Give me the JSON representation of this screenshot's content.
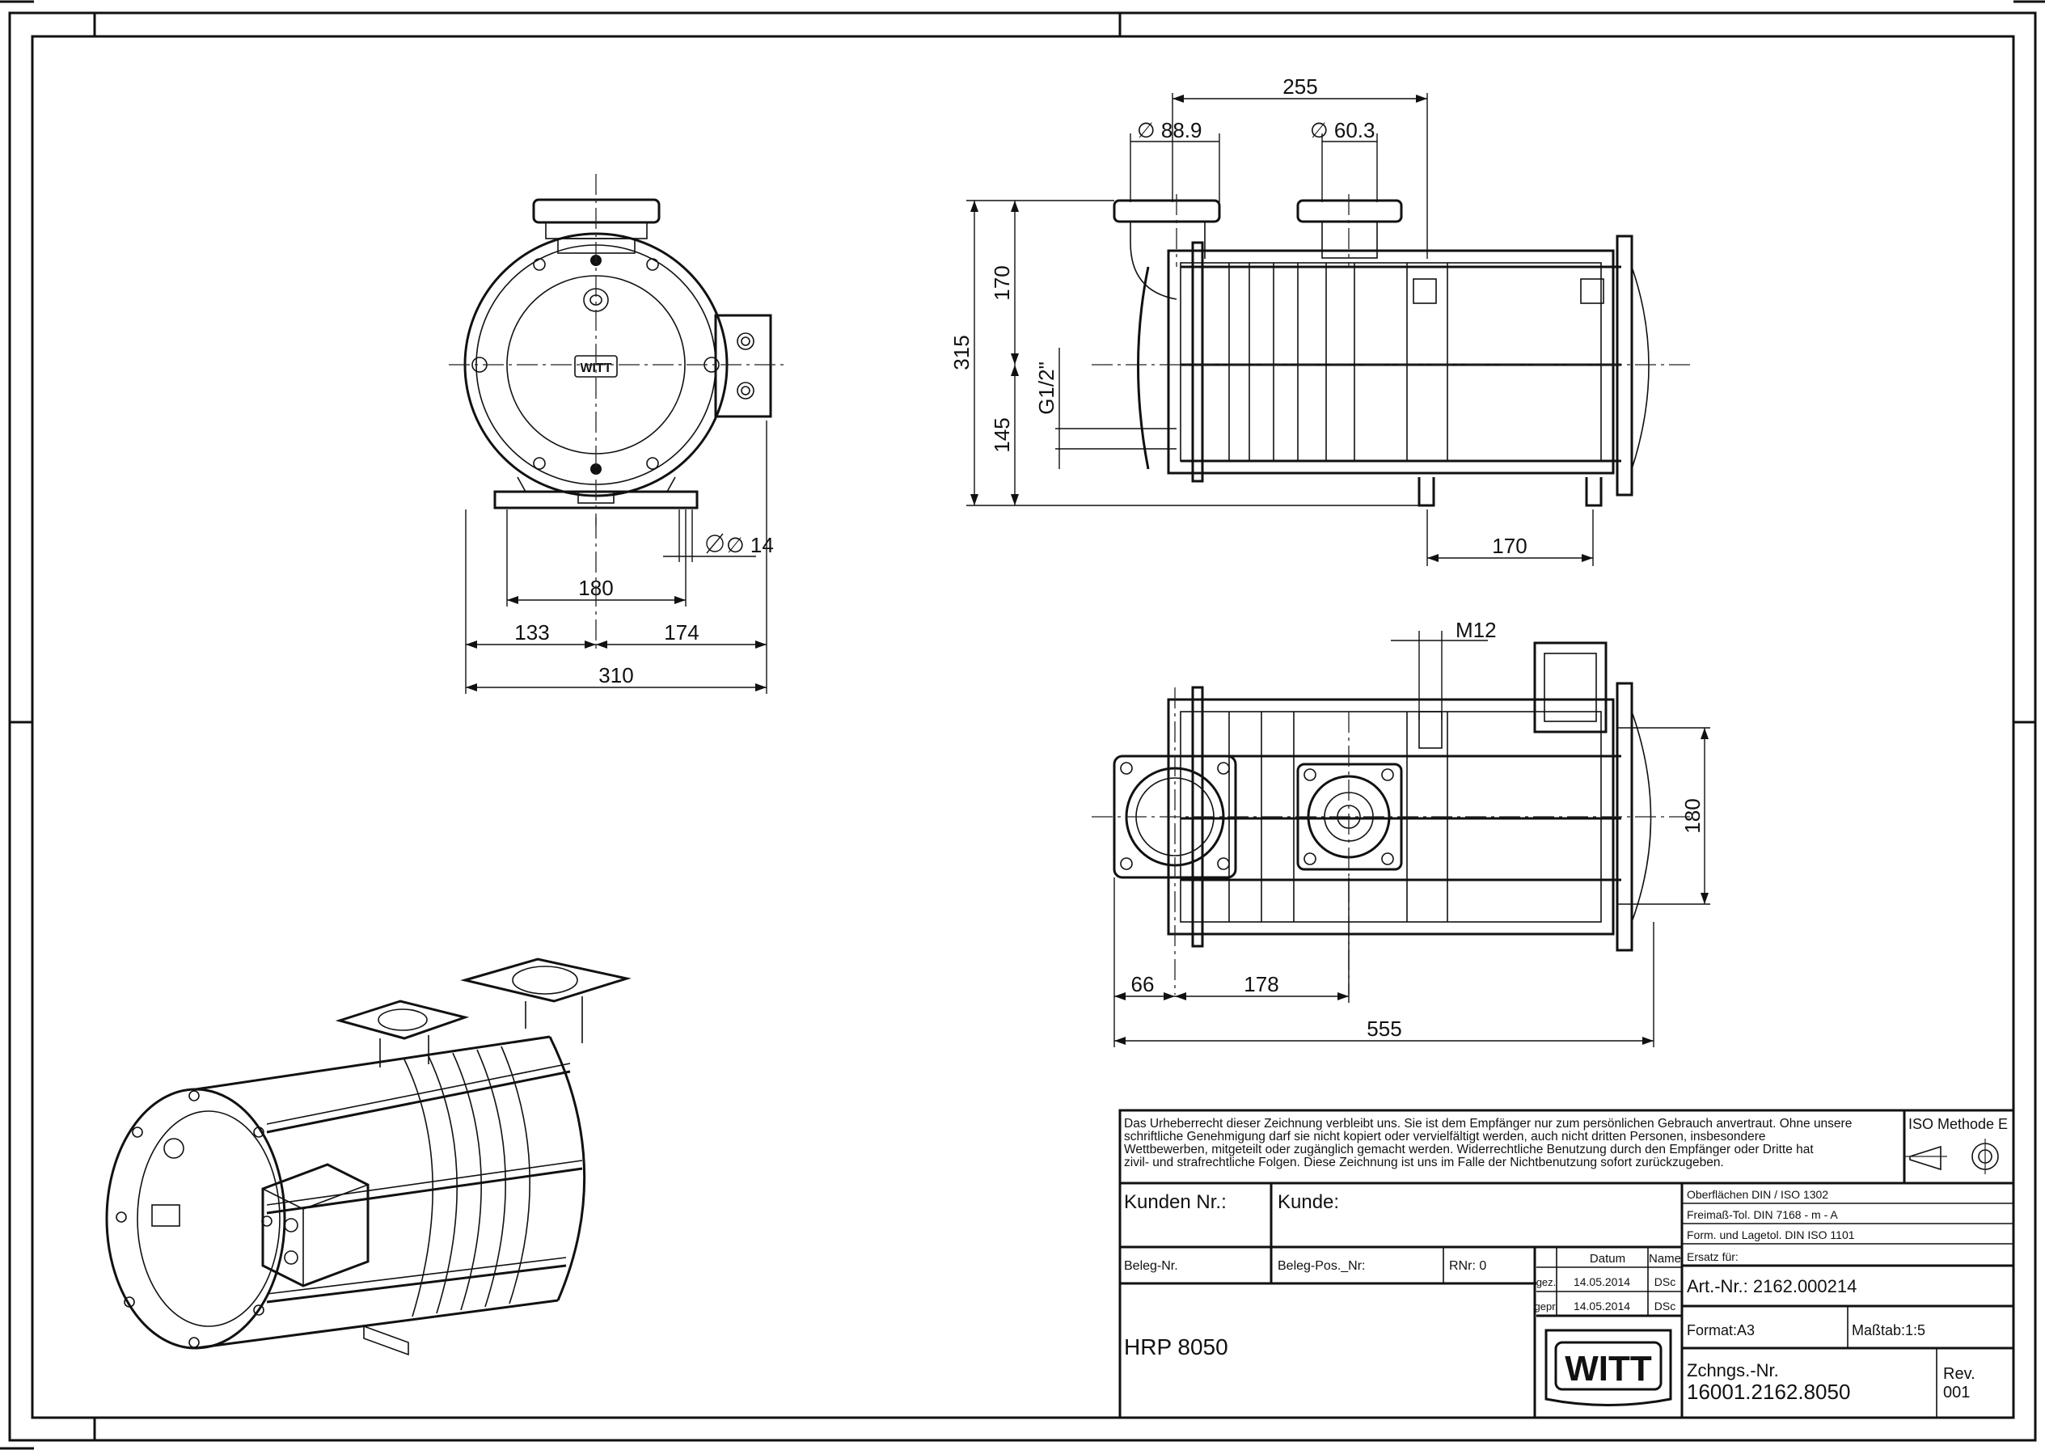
{
  "dimensions": {
    "front_view": {
      "d_14": "∅ 14",
      "d_180": "180",
      "d_133": "133",
      "d_174": "174",
      "d_310": "310"
    },
    "side_view": {
      "d_255": "255",
      "d_88_9": "∅ 88.9",
      "d_60_3": "∅ 60.3",
      "d_315": "315",
      "d_170": "170",
      "d_145": "145",
      "g_half": "G1/2\"",
      "d_170_foot": "170"
    },
    "top_view": {
      "m12": "M12",
      "d_180": "180",
      "d_66": "66",
      "d_178": "178",
      "d_555": "555"
    }
  },
  "title_block": {
    "copyright_lines": [
      "Das Urheberrecht dieser Zeichnung verbleibt uns. Sie ist dem Empfänger nur zum persönlichen Gebrauch anvertraut. Ohne unsere",
      "schriftliche Genehmigung darf sie nicht kopiert oder vervielfältigt werden, auch nicht dritten Personen, insbesondere",
      "Wettbewerben, mitgeteilt oder zugänglich gemacht werden. Widerrechtliche Benutzung durch den Empfänger oder Dritte hat",
      "zivil- und strafrechtliche Folgen. Diese Zeichnung ist uns im Falle der Nichtbenutzung sofort zurückzugeben."
    ],
    "iso_method": "ISO Methode E",
    "kunden_nr": "Kunden Nr.:",
    "kunde": "Kunde:",
    "oberflaechen": "Oberflächen DIN / ISO 1302",
    "freimass": "Freimaß-Tol. DIN 7168 - m - A",
    "form_lage": "Form. und Lagetol. DIN ISO 1101",
    "ersatz_fuer": "Ersatz für:",
    "beleg_nr": "Beleg-Nr.",
    "beleg_pos": "Beleg-Pos._Nr:",
    "rnr": "RNr: 0",
    "datum": "Datum",
    "name": "Name",
    "gez": "gez.",
    "gez_date": "14.05.2014",
    "gez_name": "DSc",
    "gepr": "gepr.",
    "gepr_date": "14.05.2014",
    "gepr_name": "DSc",
    "art_nr": "Art.-Nr.: 2162.000214",
    "format": "Format:A3",
    "massstab": "Maßtab:1:5",
    "product": "HRP 8050",
    "logo": "WITT",
    "zchngs_label": "Zchngs.-Nr.",
    "zchngs_nr": "16001.2162.8050",
    "rev_label": "Rev.",
    "rev_value": "001"
  }
}
